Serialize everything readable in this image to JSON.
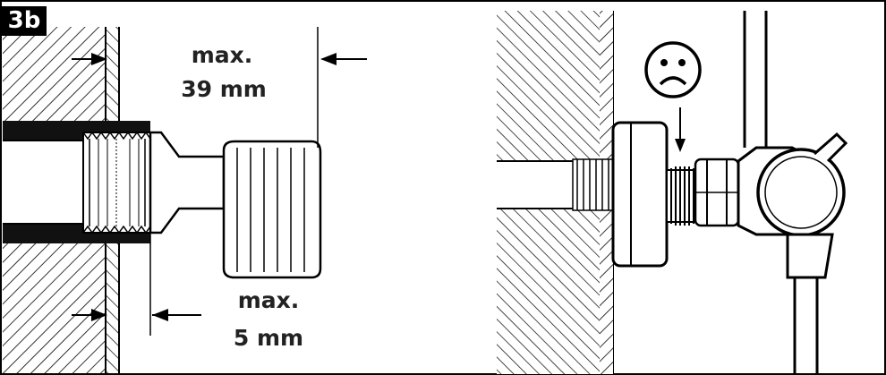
{
  "figure": {
    "badge": "3b",
    "top_dimension": {
      "line1": "max.",
      "line2": "39 mm"
    },
    "bottom_dimension": {
      "line1": "max.",
      "line2": "5 mm"
    }
  },
  "icons": {
    "sad_face": "sad-face-icon",
    "arrow_left": "arrow-left-icon",
    "arrow_right": "arrow-right-icon",
    "arrow_down": "arrow-down-icon"
  },
  "colors": {
    "ink": "#000000",
    "paper": "#ffffff"
  }
}
